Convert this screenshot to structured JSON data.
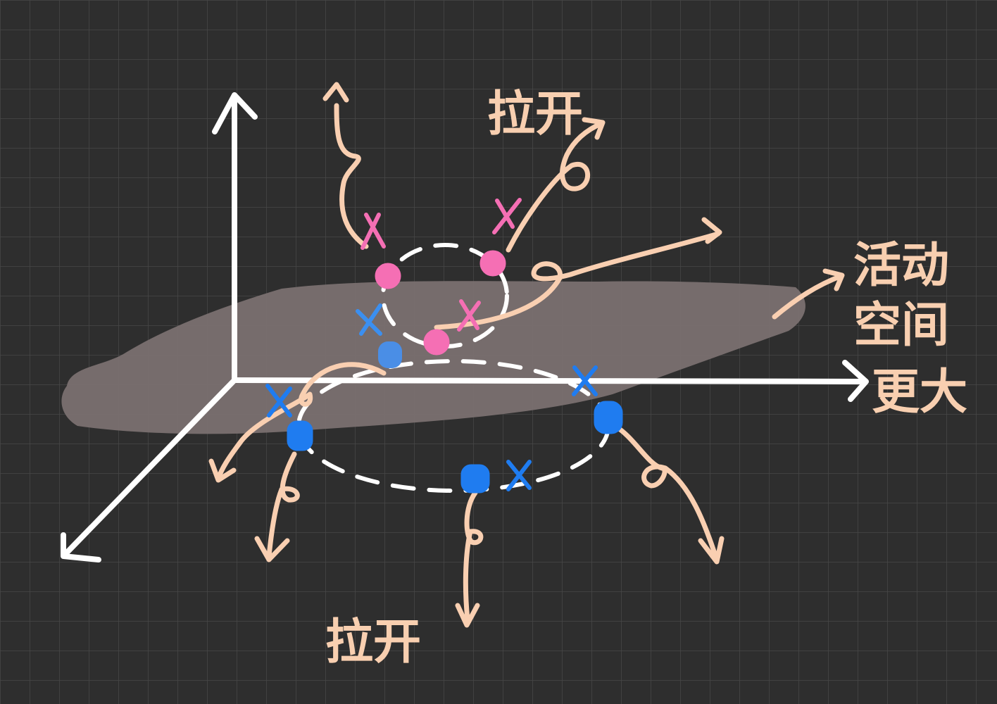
{
  "labels": {
    "top": "拉开",
    "bottom": "拉开",
    "right_line1": "活动",
    "right_line2": "空间",
    "right_line3": "更大"
  },
  "colors": {
    "background": "#2e2e2e",
    "grid": "#4a4a4a",
    "axis": "#ffffff",
    "plane": "#7d7373",
    "pink": "#f56fb4",
    "blue": "#1f7cf0",
    "arrow": "#f9cfb1"
  }
}
